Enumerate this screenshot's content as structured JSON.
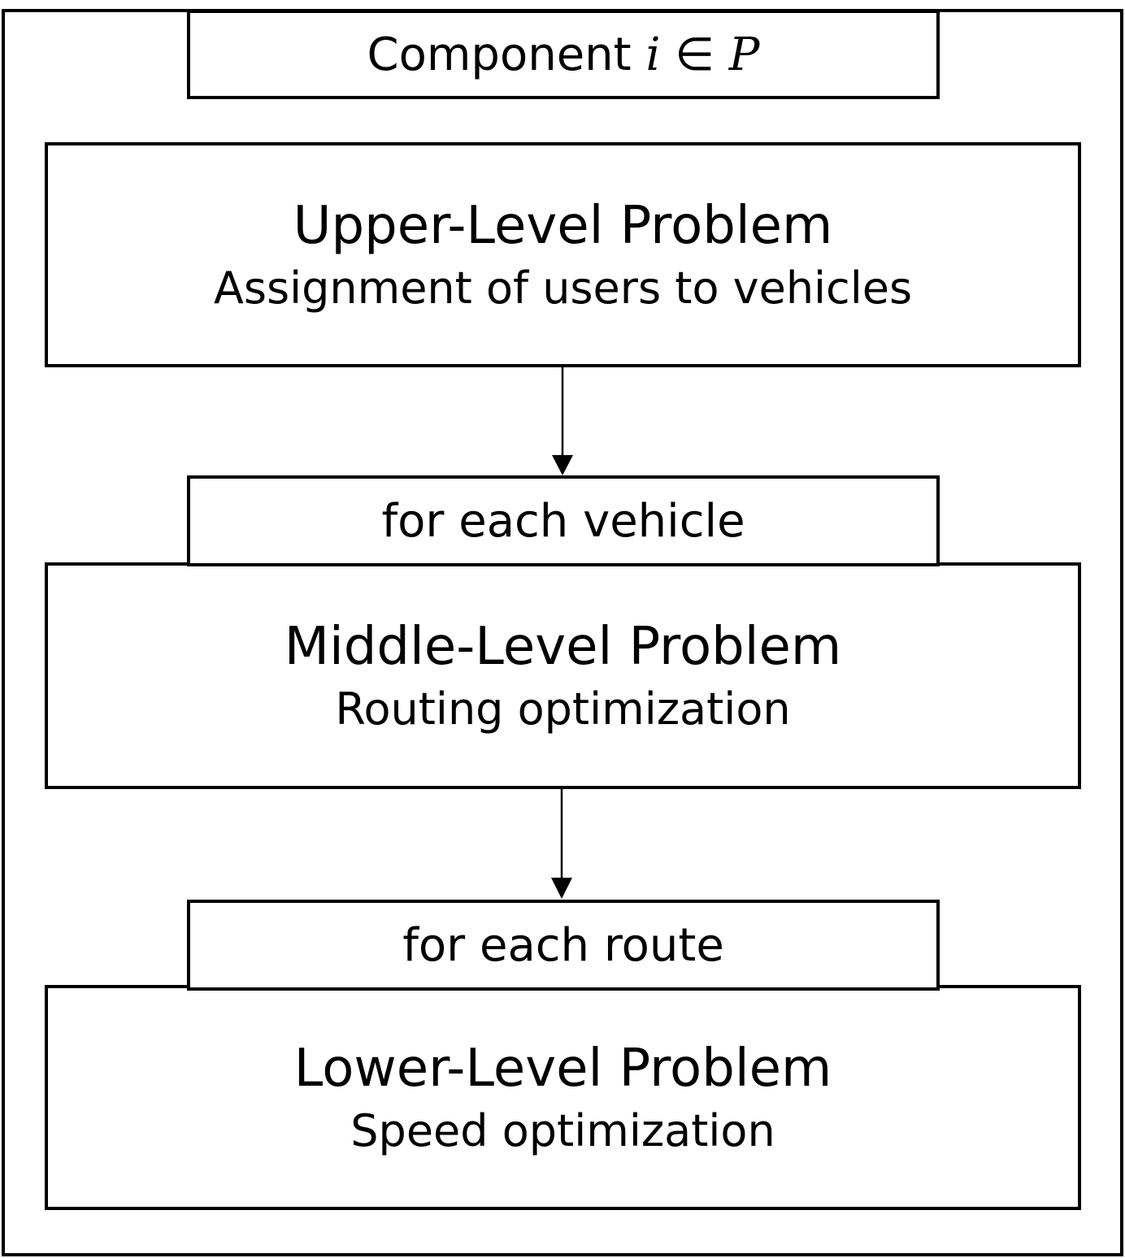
{
  "header": {
    "label": "Component",
    "var_i": "i",
    "symbol": "∈",
    "var_p": "P"
  },
  "levels": [
    {
      "title": "Upper-Level Problem",
      "subtitle": "Assignment of users to vehicles"
    },
    {
      "title": "Middle-Level Problem",
      "subtitle": "Routing optimization"
    },
    {
      "title": "Lower-Level Problem",
      "subtitle": "Speed optimization"
    }
  ],
  "loops": [
    {
      "label": "for each vehicle"
    },
    {
      "label": "for each route"
    }
  ]
}
